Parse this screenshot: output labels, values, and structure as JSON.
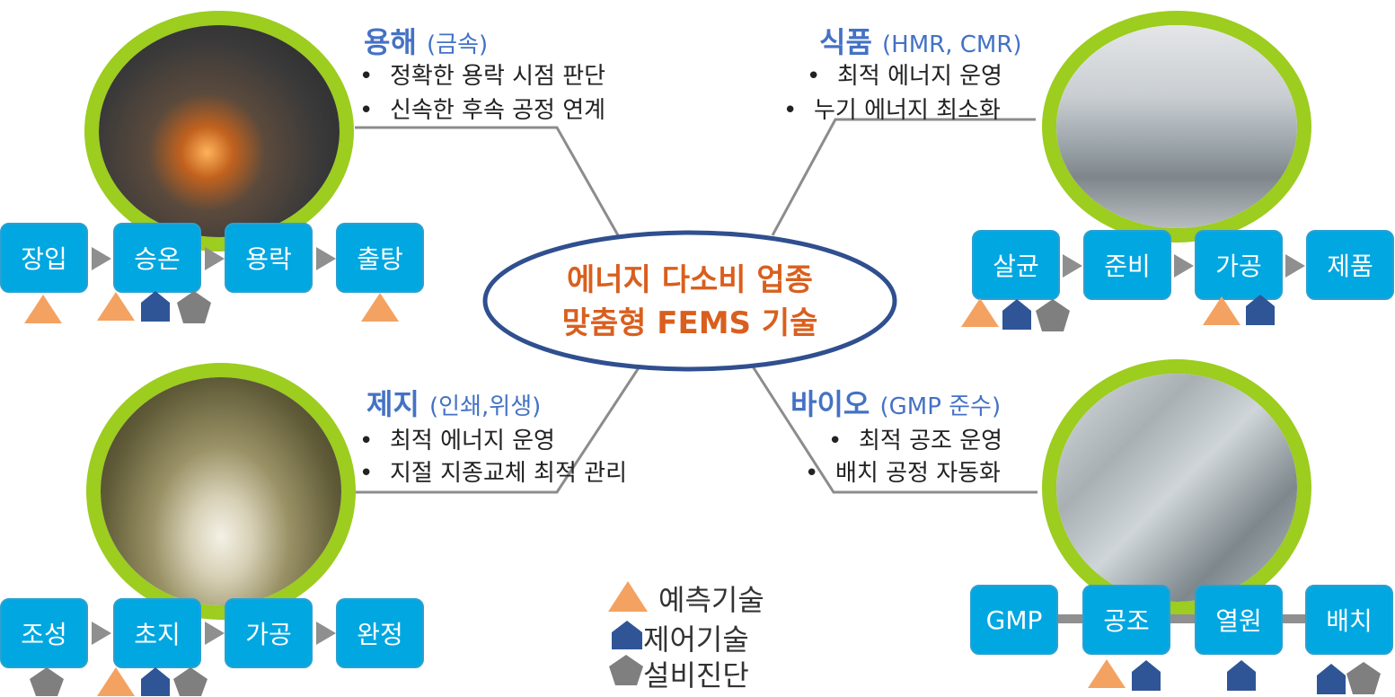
{
  "center": {
    "line1": "에너지 다소비 업종",
    "line2": "맞춤형 FEMS 기술"
  },
  "sections": {
    "metal": {
      "title": "용해",
      "subtitle": "(금속)",
      "bullets": [
        "정확한 용락 시점 판단",
        "신속한 후속 공정 연계"
      ],
      "steps": [
        "장입",
        "승온",
        "용락",
        "출탕"
      ]
    },
    "food": {
      "title": "식품",
      "subtitle": "(HMR, CMR)",
      "bullets": [
        "최적 에너지 운영",
        "누기 에너지 최소화"
      ],
      "steps": [
        "살균",
        "준비",
        "가공",
        "제품"
      ]
    },
    "paper": {
      "title": "제지",
      "subtitle": "(인쇄,위생)",
      "bullets": [
        "최적 에너지 운영",
        "지절 지종교체 최적 관리"
      ],
      "steps": [
        "조성",
        "초지",
        "가공",
        "완정"
      ]
    },
    "bio": {
      "title": "바이오",
      "subtitle": "(GMP 준수)",
      "bullets": [
        "최적 공조 운영",
        "배치 공정 자동화"
      ],
      "steps": [
        "GMP",
        "공조",
        "열원",
        "배치"
      ]
    }
  },
  "legend": {
    "prediction": "예측기술",
    "control": "제어기술",
    "diagnosis": "설비진단"
  },
  "colors": {
    "prediction": "#f4a261",
    "control": "#2f5597",
    "diagnosis": "#7f7f7f",
    "box": "#00a7e1",
    "ring": "#9ccd1f",
    "title": "#4472c4",
    "center_text": "#d95f1e",
    "ellipse": "#2f4f8f"
  }
}
